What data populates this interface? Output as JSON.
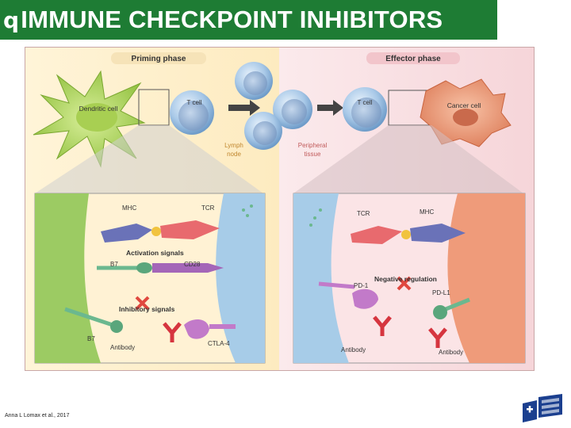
{
  "header": {
    "bullet_glyph": "q",
    "title": "IMMUNE CHECKPOINT INHIBITORS"
  },
  "figure": {
    "priming_phase": "Priming phase",
    "effector_phase": "Effector phase",
    "dendritic_cell": "Dendritic cell",
    "t_cell_left": "T cell",
    "t_cell_right": "T cell",
    "cancer_cell": "Cancer cell",
    "lymph_node_1": "Lymph",
    "lymph_node_2": "node",
    "peripheral_1": "Peripheral",
    "peripheral_2": "tissue",
    "left_panel": {
      "mhc": "MHC",
      "tcr": "TCR",
      "activation_signals": "Activation signals",
      "b7_top": "B7",
      "cd28": "CD28",
      "inhibitory_signals": "Inhibitory signals",
      "b7_bottom": "B7",
      "antibody": "Antibody",
      "ctla4": "CTLA-4"
    },
    "right_panel": {
      "tcr": "TCR",
      "mhc": "MHC",
      "negative_regulation": "Negative regulation",
      "pd1": "PD-1",
      "pdl1": "PD-L1",
      "antibody_left": "Antibody",
      "antibody_right": "Antibody"
    }
  },
  "citation": "Anna L Lomax et al., 2017",
  "colors": {
    "title_bg": "#1e7c34",
    "title_fg": "#ffffff"
  }
}
